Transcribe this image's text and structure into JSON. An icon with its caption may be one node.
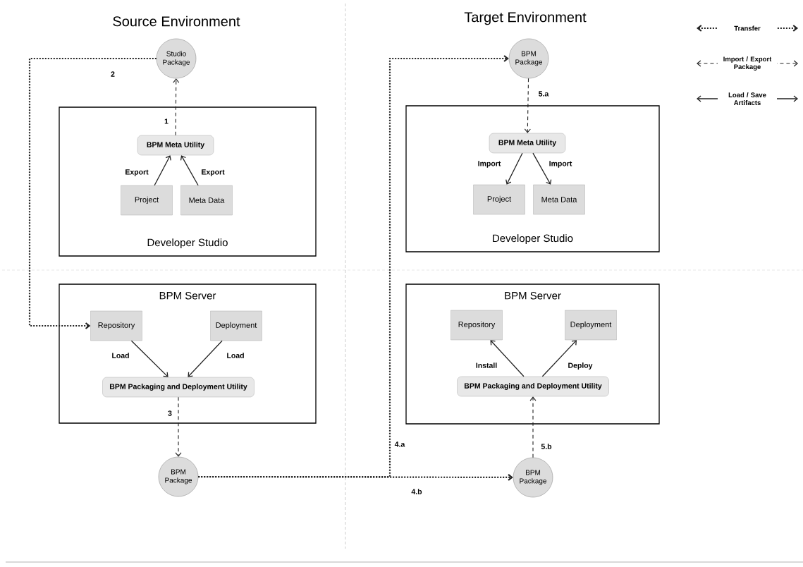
{
  "diagram": {
    "nodes": [
      {
        "text": [
          "Studio Package"
        ]
      },
      {
        "text": [
          "Developer Studio"
        ]
      },
      {
        "text": [
          "BPM Meta Utility"
        ],
        "in": 1
      },
      {
        "text": [
          "Project"
        ],
        "in": 1
      },
      {
        "text": [
          "Meta Data"
        ],
        "in": 1
      },
      {
        "text": [
          "BPM Package"
        ]
      },
      {
        "text": [
          "Developer Studio"
        ]
      },
      {
        "text": [
          "BPM Meta Utility"
        ],
        "in": 6
      },
      {
        "text": [
          "Project"
        ],
        "in": 6
      },
      {
        "text": [
          "Meta Data"
        ],
        "in": 6
      },
      {
        "text": [
          "BPM Server"
        ]
      },
      {
        "text": [
          "Repository"
        ],
        "in": 10
      },
      {
        "text": [
          "Deployment"
        ],
        "in": 10
      },
      {
        "text": [
          "BPM Packaging and Deployment Utility"
        ],
        "in": 10
      },
      {
        "text": [
          "BPM Package"
        ]
      },
      {
        "text": [
          "BPM Server"
        ]
      },
      {
        "text": [
          "Repository"
        ],
        "in": 15
      },
      {
        "text": [
          "Deployment"
        ],
        "in": 15
      },
      {
        "text": [
          "BPM Packaging and Deployment Utility"
        ],
        "in": 15
      },
      {
        "text": [
          "BPM Package"
        ]
      }
    ],
    "edges": [
      {
        "from": 2,
        "to": 0,
        "arrow": "to",
        "style": "dashed",
        "label": "1"
      },
      {
        "from": 3,
        "to": 2,
        "arrow": "to",
        "label": "Export"
      },
      {
        "from": 4,
        "to": 2,
        "arrow": "to",
        "label": "Export"
      },
      {
        "from": 0,
        "to": 11,
        "arrow": "to",
        "style": "dashed",
        "label": "2"
      },
      {
        "from": 11,
        "to": 13,
        "arrow": "to",
        "label": "Load"
      },
      {
        "from": 12,
        "to": 13,
        "arrow": "to",
        "label": "Load"
      },
      {
        "from": 13,
        "to": 14,
        "arrow": "to",
        "style": "dashed",
        "label": "3"
      },
      {
        "from": 14,
        "to": 5,
        "arrow": "to",
        "style": "dashed",
        "label": "4.a"
      },
      {
        "from": 14,
        "to": 19,
        "arrow": "to",
        "style": "dashed",
        "label": "4.b"
      },
      {
        "from": 5,
        "to": 7,
        "arrow": "to",
        "style": "dashed",
        "label": "5.a"
      },
      {
        "from": 7,
        "to": 8,
        "arrow": "to",
        "label": "Import"
      },
      {
        "from": 7,
        "to": 9,
        "arrow": "to",
        "label": "Import"
      },
      {
        "from": 19,
        "to": 18,
        "arrow": "to",
        "style": "dashed",
        "label": "5.b"
      },
      {
        "from": 18,
        "to": 16,
        "arrow": "to",
        "label": "Install"
      },
      {
        "from": 18,
        "to": 17,
        "arrow": "to",
        "label": "Deploy"
      }
    ],
    "labels": [
      "Source Environment",
      "Target Environment"
    ],
    "legend": [
      {
        "text": "Transfer"
      },
      {
        "text": "Import / Export Package"
      },
      {
        "text": "Load / Save Artifacts"
      }
    ]
  }
}
